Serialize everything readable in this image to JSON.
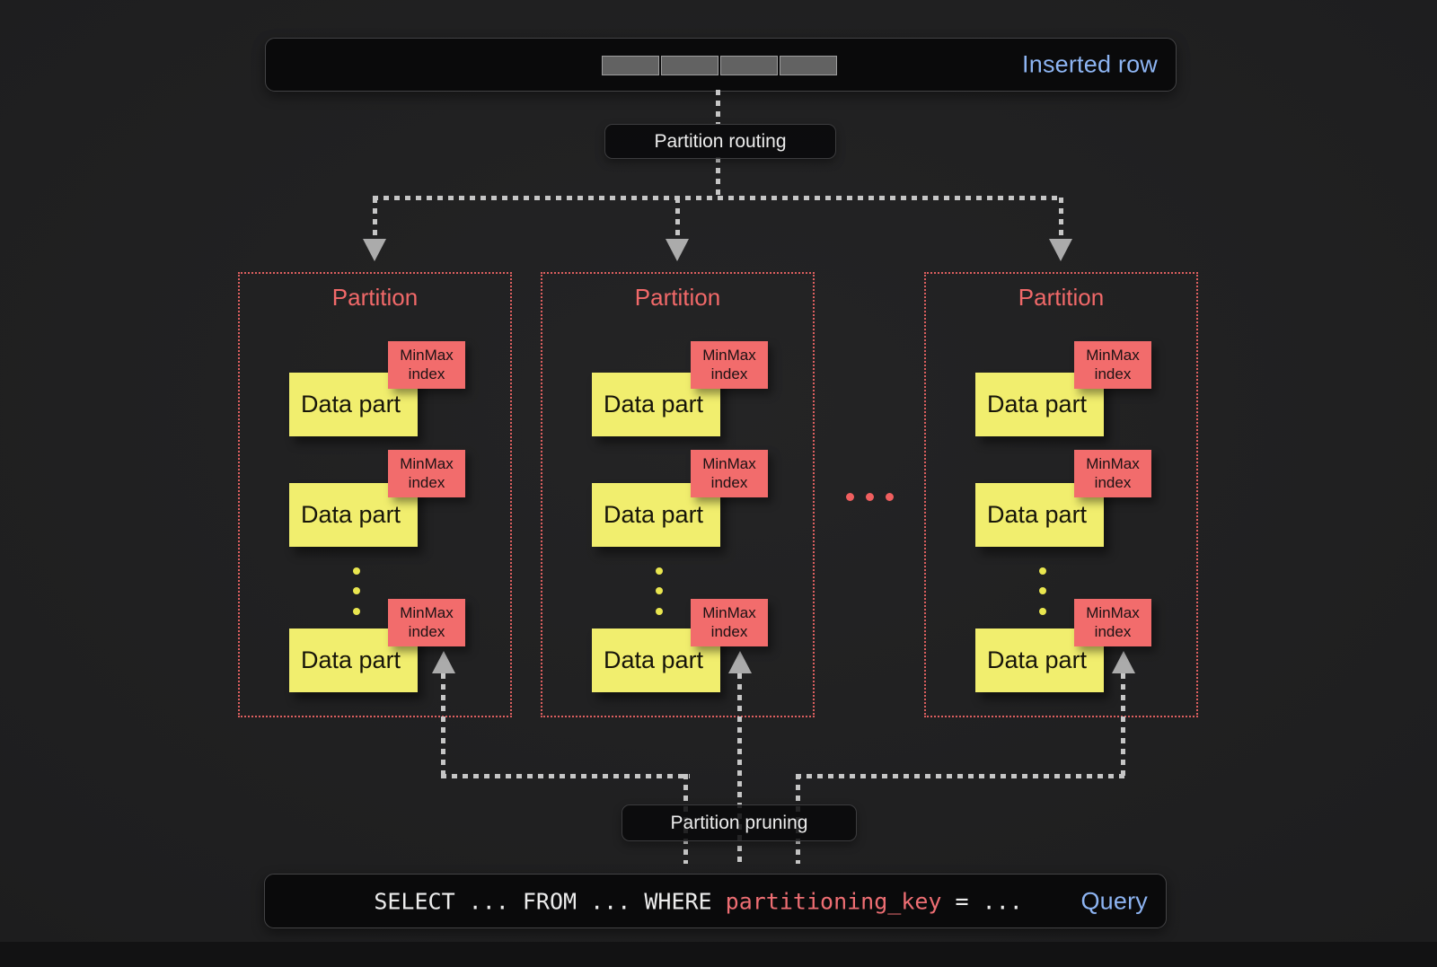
{
  "palette": {
    "background": "#1e1e1f",
    "panel_background": "#0a0a0b",
    "panel_border": "#434345",
    "accent_blue": "#8db4f2",
    "accent_red": "#f06a6a",
    "partition_border_red": "#dd5f5f",
    "data_part_yellow": "#f1ee6e",
    "dash_gray": "#c6c6c6",
    "arrow_gray": "#ababab",
    "text_light": "#ededed",
    "text_dark": "#171717"
  },
  "inserted_row": {
    "label": "Inserted row",
    "segment_count": 4
  },
  "routing_label": "Partition routing",
  "pruning_label": "Partition pruning",
  "partitions": [
    {
      "title": "Partition",
      "parts": [
        {
          "box": "Data part",
          "tag": "MinMax index"
        },
        {
          "box": "Data part",
          "tag": "MinMax index"
        },
        {
          "box": "Data part",
          "tag": "MinMax index"
        }
      ]
    },
    {
      "title": "Partition",
      "parts": [
        {
          "box": "Data part",
          "tag": "MinMax index"
        },
        {
          "box": "Data part",
          "tag": "MinMax index"
        },
        {
          "box": "Data part",
          "tag": "MinMax index"
        }
      ]
    },
    {
      "title": "Partition",
      "parts": [
        {
          "box": "Data part",
          "tag": "MinMax index"
        },
        {
          "box": "Data part",
          "tag": "MinMax index"
        },
        {
          "box": "Data part",
          "tag": "MinMax index"
        }
      ]
    }
  ],
  "query": {
    "pre": "SELECT ... FROM ... WHERE ",
    "key": "partitioning_key",
    "post": " = ...",
    "label": "Query"
  }
}
